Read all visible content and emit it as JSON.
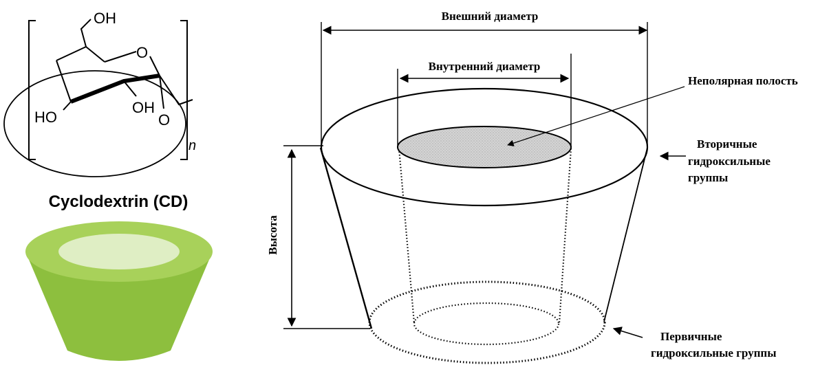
{
  "structure": {
    "oh_top": "OH",
    "ring_o": "O",
    "ho_left": "HO",
    "oh_mid": "OH",
    "o_link": "O",
    "subscript_n": "n"
  },
  "cd_title": "Cyclodextrin (CD)",
  "labels": {
    "outer_diameter": "Внешний диаметр",
    "inner_diameter": "Внутренний диаметр",
    "nonpolar_cavity": "Неполярная полость",
    "secondary_line1": "Вторичные",
    "secondary_line2": "гидроксильные",
    "secondary_line3": "группы",
    "height": "Высота",
    "primary_line1": "Первичные",
    "primary_line2": "гидроксильные группы"
  },
  "colors": {
    "cd_outer": "#8dbf3e",
    "cd_rim": "#a8d15a",
    "cd_cavity": "#dfeec4",
    "cavity_gray": "#cfcfcf"
  }
}
